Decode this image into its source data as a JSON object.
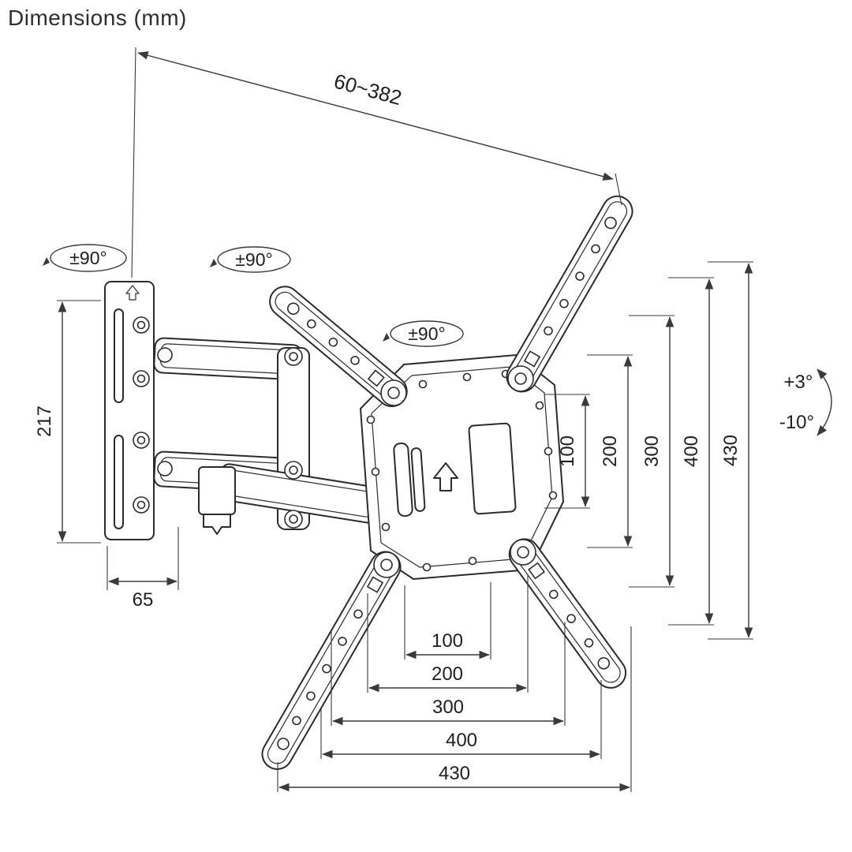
{
  "title": "Dimensions (mm)",
  "dimensions": {
    "extension_range": "60~382",
    "wall_plate_height": "217",
    "wall_plate_width": "65",
    "right_spans": [
      "100",
      "200",
      "300",
      "400",
      "430"
    ],
    "bottom_spans": [
      "100",
      "200",
      "300",
      "400",
      "430"
    ],
    "tilt_up": "+3°",
    "tilt_down": "-10°"
  },
  "rotation_labels": {
    "wall_swivel": "±90°",
    "arm_swivel": "±90°",
    "plate_swivel": "±90°"
  },
  "colors": {
    "line": "#2b2b2b",
    "dimension": "#3a3a3a",
    "background": "#ffffff"
  }
}
